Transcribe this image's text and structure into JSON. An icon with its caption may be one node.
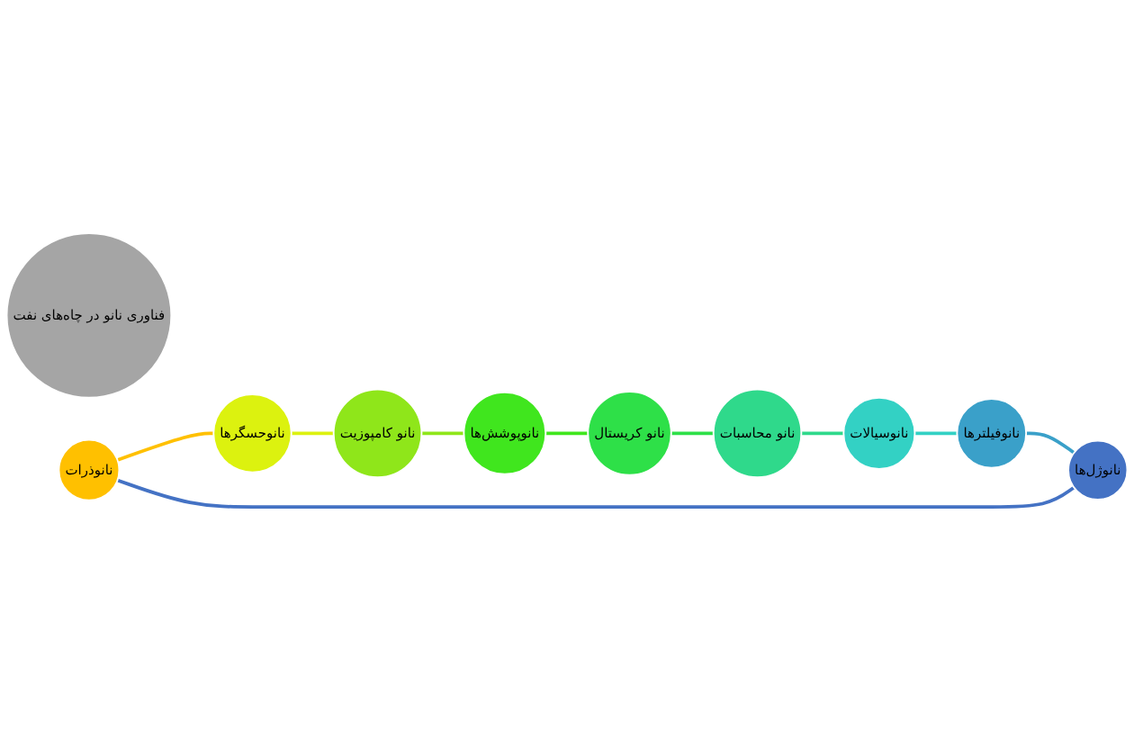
{
  "diagram": {
    "nodes": [
      {
        "text": [
          "فناوری نانو در چاه‌های نفت"
        ]
      },
      {
        "text": [
          "نانوذرات"
        ]
      },
      {
        "text": [
          "نانوحسگرها"
        ]
      },
      {
        "text": [
          "نانو کامپوزیت"
        ]
      },
      {
        "text": [
          "نانوپوشش‌ها"
        ]
      },
      {
        "text": [
          "نانو کریستال"
        ]
      },
      {
        "text": [
          "نانو محاسبات"
        ]
      },
      {
        "text": [
          "نانوسیالات"
        ]
      },
      {
        "text": [
          "نانوفیلترها"
        ]
      },
      {
        "text": [
          "نانوژل‌ها"
        ]
      }
    ],
    "edges": [
      {
        "from": 1,
        "to": 2,
        "arrow": "none",
        "color": "#ffc000"
      },
      {
        "from": 2,
        "to": 3,
        "arrow": "none",
        "color": "#dcf20f"
      },
      {
        "from": 3,
        "to": 4,
        "arrow": "none",
        "color": "#8fe61a"
      },
      {
        "from": 4,
        "to": 5,
        "arrow": "none",
        "color": "#40e61e"
      },
      {
        "from": 5,
        "to": 6,
        "arrow": "none",
        "color": "#2ee048"
      },
      {
        "from": 6,
        "to": 7,
        "arrow": "none",
        "color": "#2fd98b"
      },
      {
        "from": 7,
        "to": 8,
        "arrow": "none",
        "color": "#33d1c4"
      },
      {
        "from": 8,
        "to": 9,
        "arrow": "none",
        "color": "#3aa0c9"
      },
      {
        "from": 9,
        "to": 1,
        "arrow": "none",
        "color": "#4472c4"
      }
    ]
  }
}
